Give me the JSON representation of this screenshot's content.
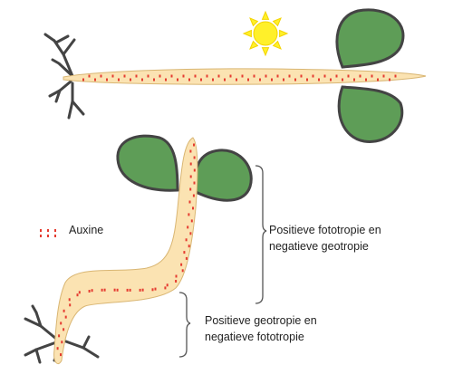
{
  "legend": {
    "label": "Auxine"
  },
  "annotations": {
    "top": {
      "line1": "Positieve fototropie en",
      "line2": "negatieve geotropie"
    },
    "bottom": {
      "line1": "Positieve geotropie en",
      "line2": "negatieve fototropie"
    }
  },
  "colors": {
    "stem_fill": "#fbe3b2",
    "stem_stroke": "#d9b673",
    "leaf_fill": "#5e9d57",
    "leaf_stroke": "#444444",
    "root": "#444444",
    "auxin": "#e53b30",
    "sun_fill": "#fff02a",
    "sun_ray": "#f3d400",
    "bracket": "#555555"
  }
}
